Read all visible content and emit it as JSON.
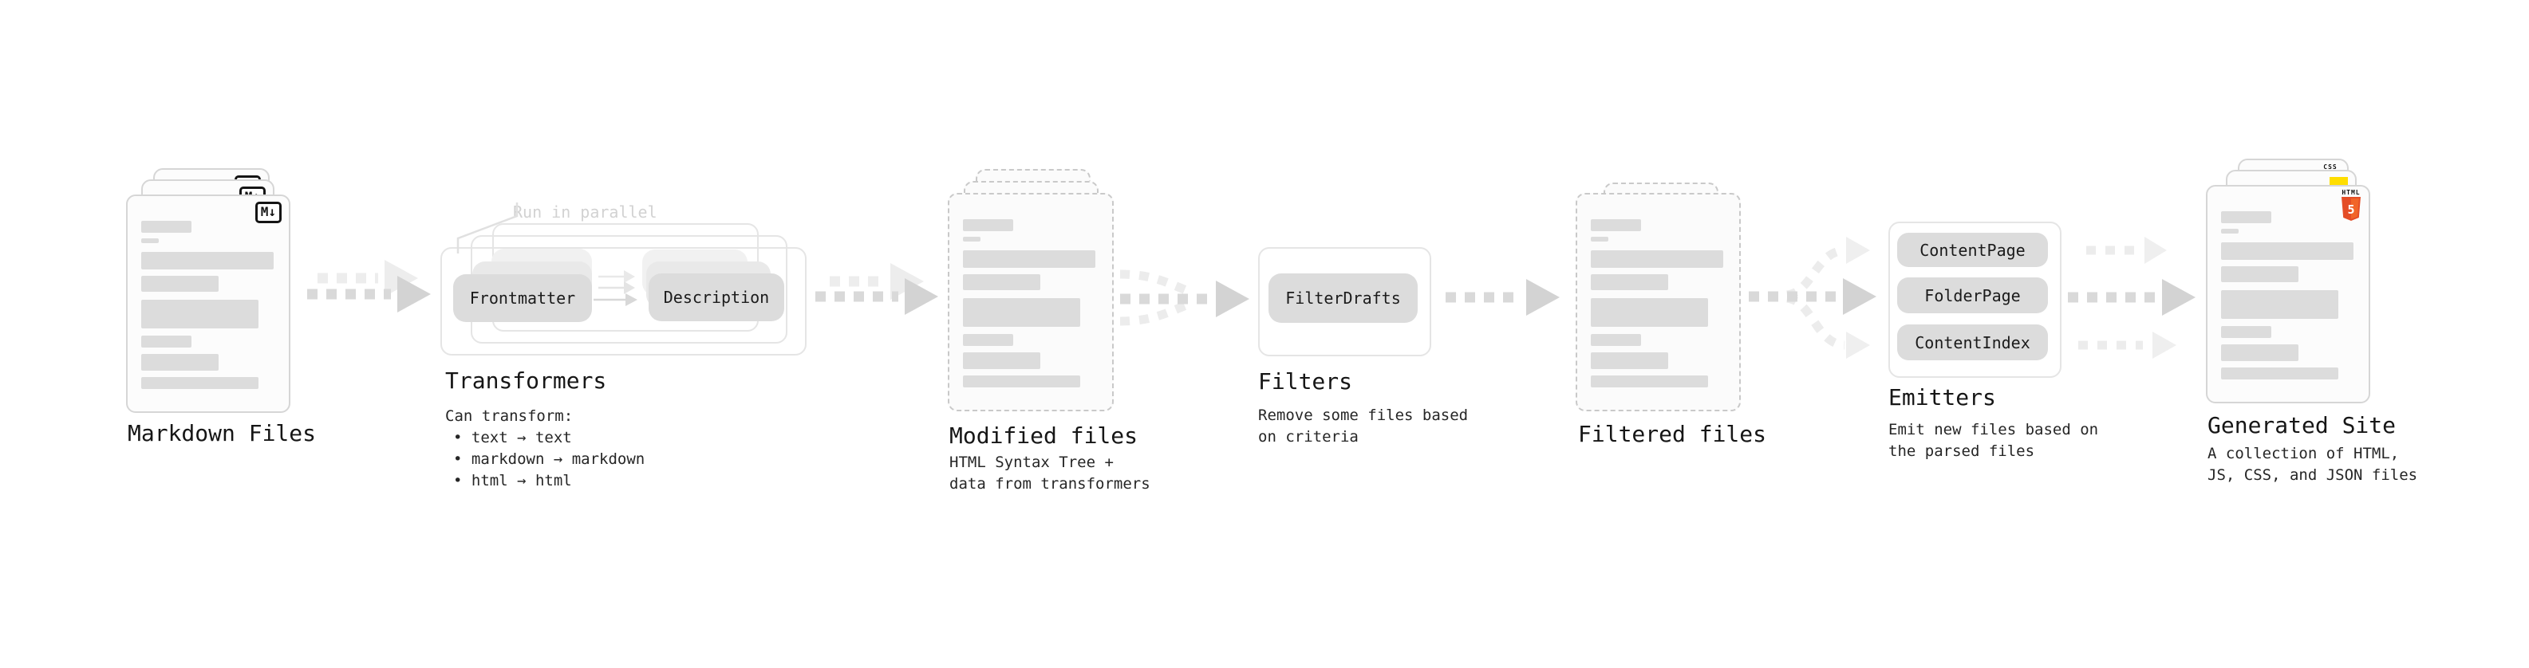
{
  "markdown": {
    "label": "Markdown Files",
    "badge": "M↓"
  },
  "transformers": {
    "annotation": "Run in parallel",
    "pill_frontmatter": "Frontmatter",
    "pill_description": "Description",
    "label": "Transformers",
    "desc_title": "Can transform:",
    "bullets": {
      "b1": "• text → text",
      "b2": "• markdown → markdown",
      "b3": "• html → html"
    }
  },
  "modified": {
    "label": "Modified files",
    "desc1": "HTML Syntax Tree +",
    "desc2": "data from transformers"
  },
  "filters": {
    "label": "Filters",
    "pill": "FilterDrafts",
    "desc1": "Remove some files based",
    "desc2": "on criteria"
  },
  "filtered": {
    "label": "Filtered files"
  },
  "emitters": {
    "label": "Emitters",
    "pill1": "ContentPage",
    "pill2": "FolderPage",
    "pill3": "ContentIndex",
    "desc1": "Emit new files based on",
    "desc2": "the parsed files"
  },
  "generated": {
    "label": "Generated Site",
    "desc1": "A collection of HTML,",
    "desc2": "JS, CSS, and JSON files",
    "badge_css": "CSS",
    "badge_html_text": "HTML",
    "badge_html_number": "5"
  },
  "colors": {
    "html5_orange": "#e44d26",
    "html5_orange_light": "#f16529",
    "js_yellow": "#ffde00",
    "css_blue": "#2965f1",
    "ink": "#1b1b1b",
    "arrow_gray": "#d9d9d9",
    "arrow_light": "#ededed"
  }
}
